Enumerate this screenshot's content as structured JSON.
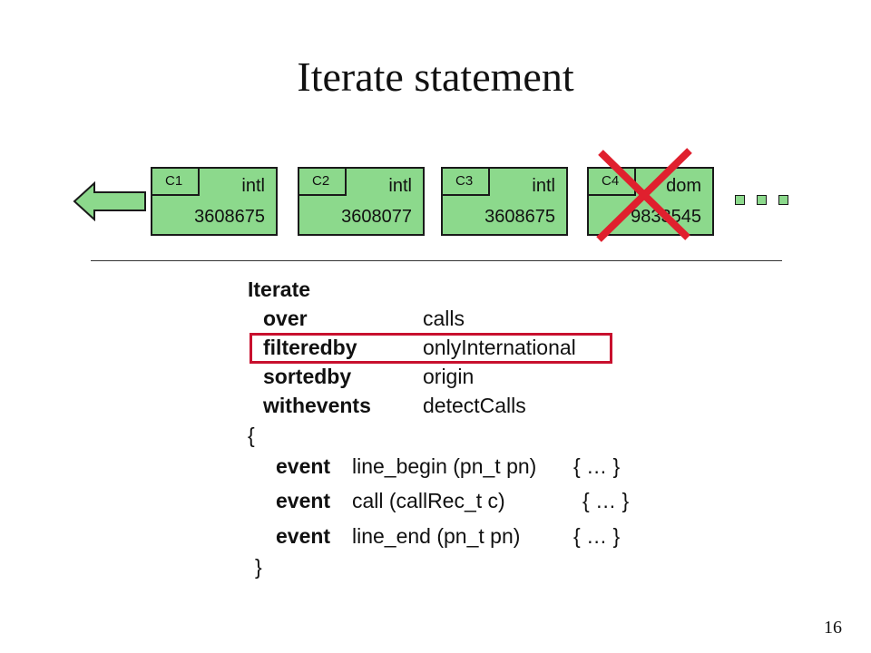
{
  "slide": {
    "title": "Iterate statement",
    "page_number": "16"
  },
  "records": [
    {
      "id": "C1",
      "type": "intl",
      "number": "3608675",
      "crossed_out": false
    },
    {
      "id": "C2",
      "type": "intl",
      "number": "3608077",
      "crossed_out": false
    },
    {
      "id": "C3",
      "type": "intl",
      "number": "3608675",
      "crossed_out": false
    },
    {
      "id": "C4",
      "type": "dom",
      "number": "9833545",
      "crossed_out": true
    }
  ],
  "colors": {
    "record_fill": "#8cd98c",
    "cross": "#e0202e",
    "highlight_box": "#c8102e"
  },
  "code": {
    "iterate_kw": "Iterate",
    "clauses": [
      {
        "keyword": "over",
        "value": "calls"
      },
      {
        "keyword": "filteredby",
        "value": "onlyInternational"
      },
      {
        "keyword": "sortedby",
        "value": "origin"
      },
      {
        "keyword": "withevents",
        "value": "detectCalls"
      }
    ],
    "open_brace": "{",
    "events": [
      {
        "keyword": "event",
        "signature": "line_begin (pn_t pn)",
        "body": "{ … }"
      },
      {
        "keyword": "event",
        "signature": "call (callRec_t c)",
        "body": "{ … }"
      },
      {
        "keyword": "event",
        "signature": "line_end (pn_t pn)",
        "body": "{ … }"
      }
    ],
    "close_brace": "}"
  }
}
